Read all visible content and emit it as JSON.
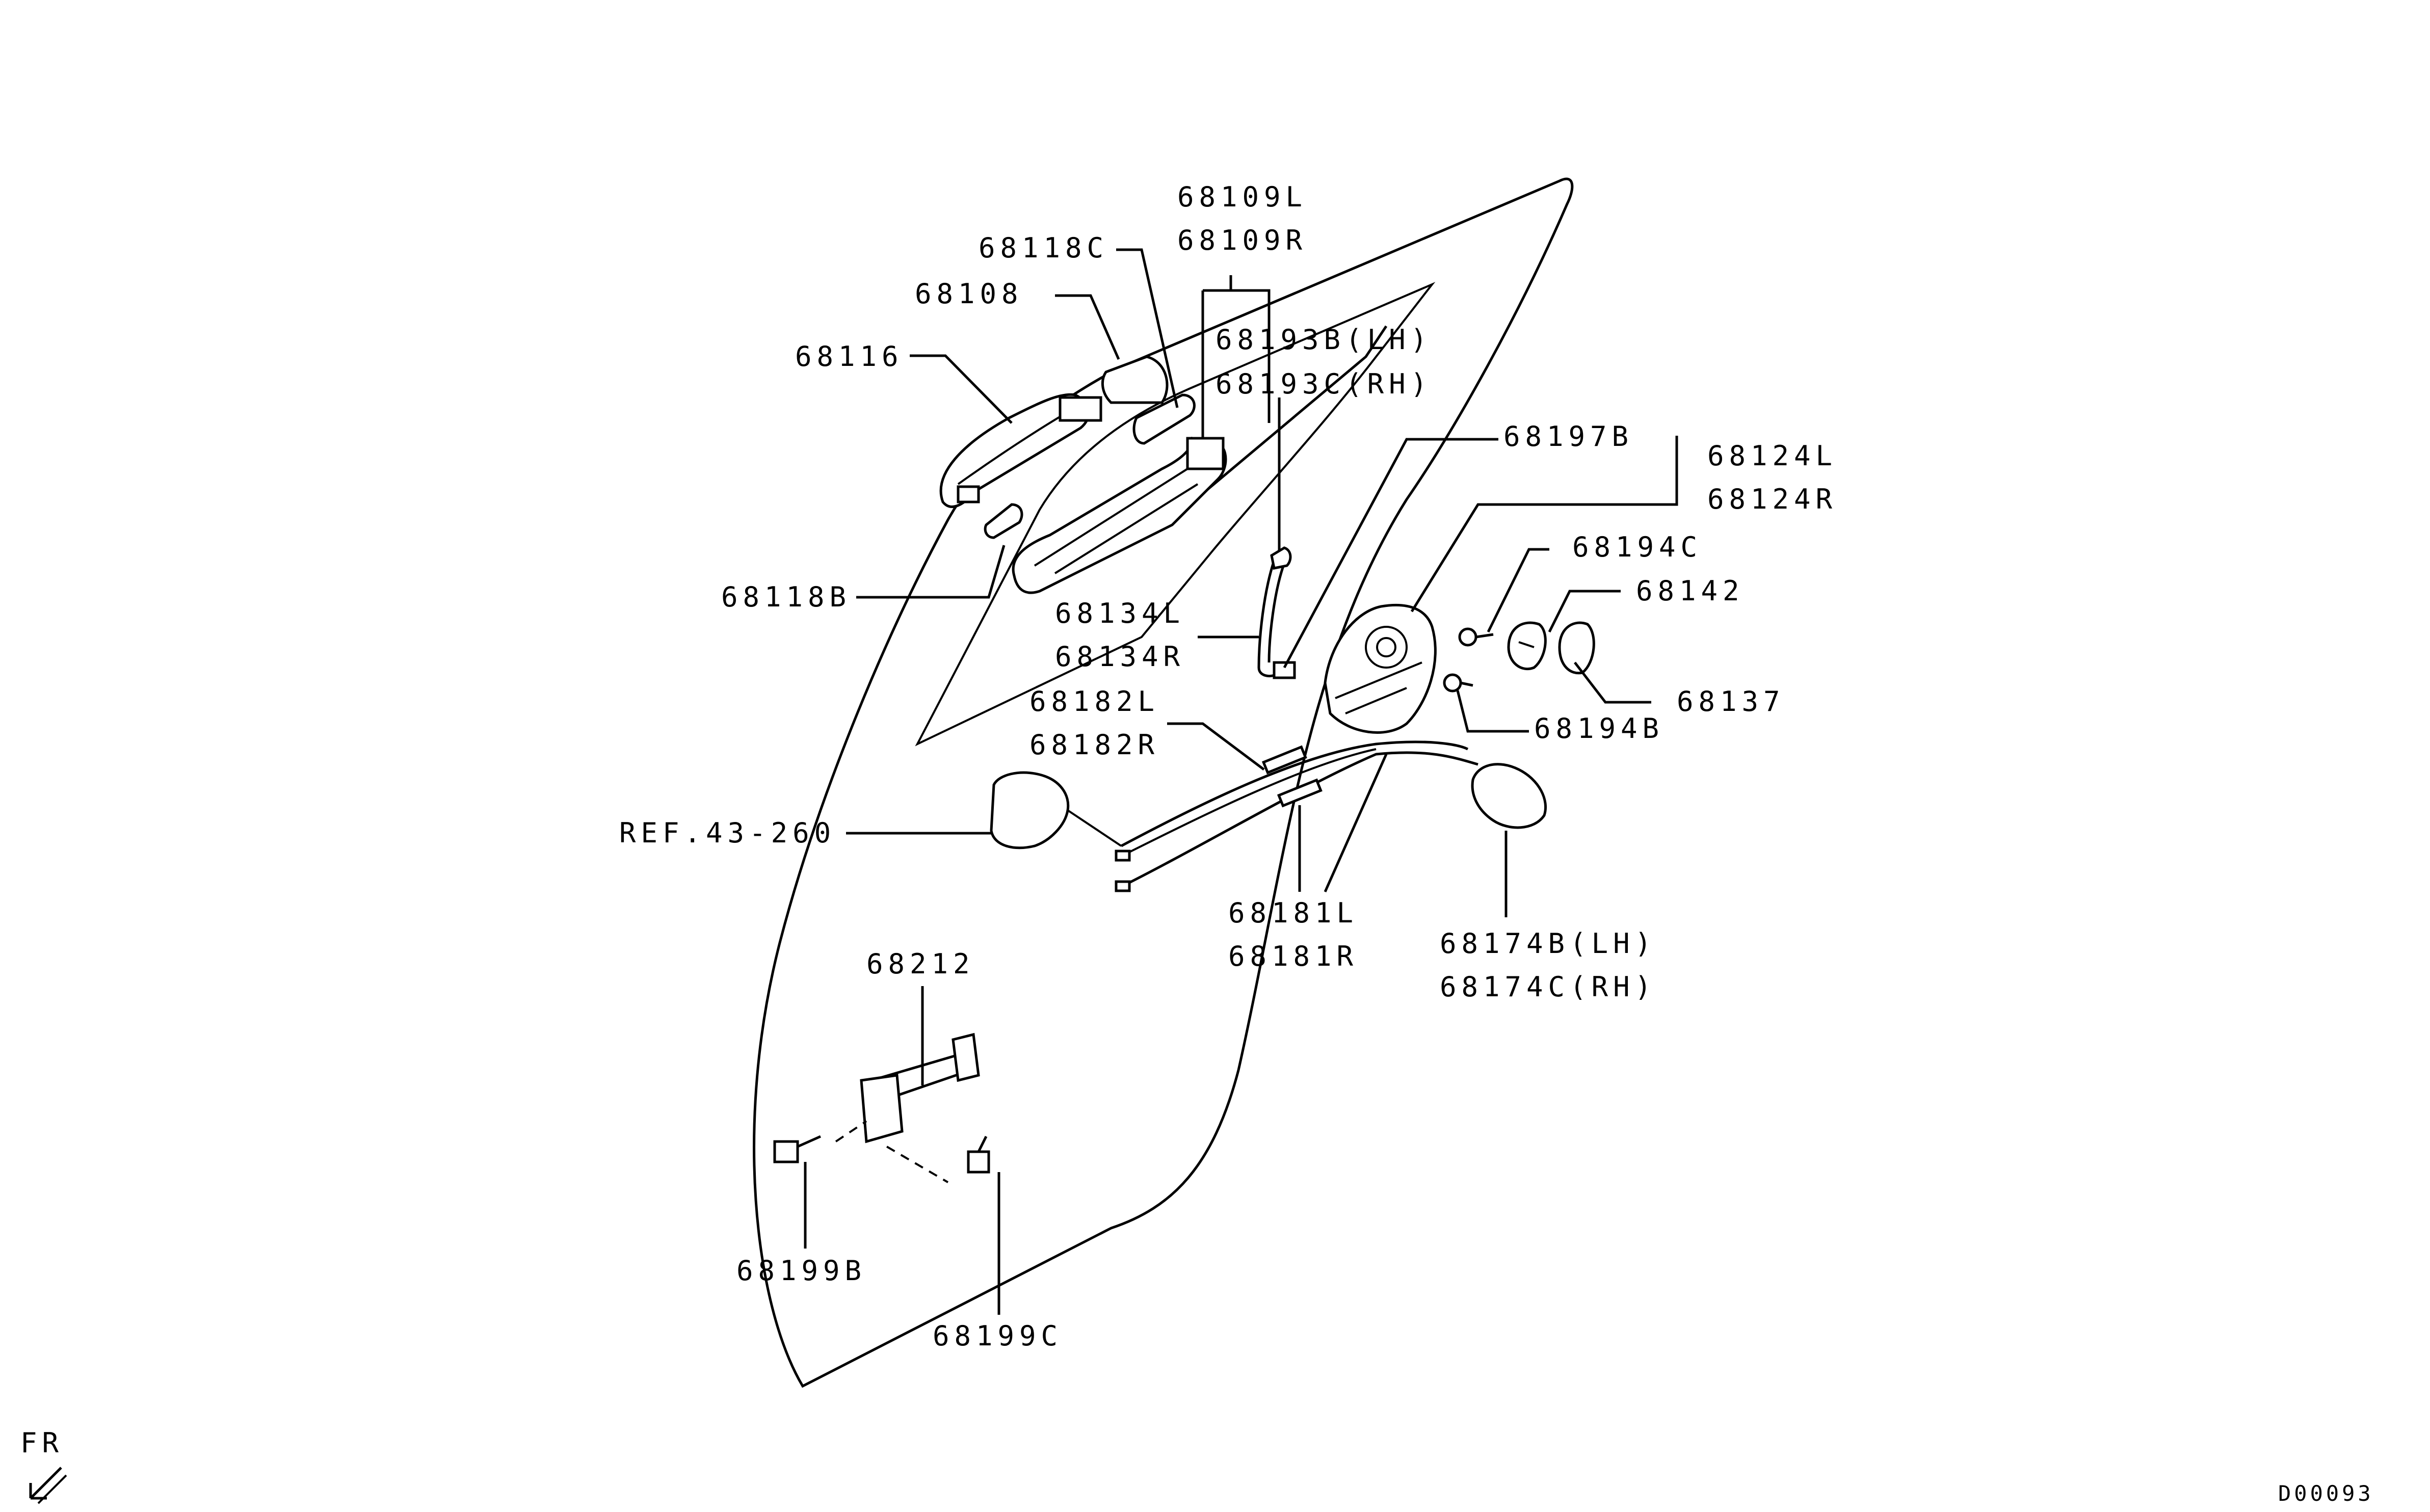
{
  "diagram": {
    "labels": {
      "p68109L": "68109L",
      "p68109R": "68109R",
      "p68118C": "68118C",
      "p68108": "68108",
      "p68116": "68116",
      "p68193B": "68193B(LH)",
      "p68193C": "68193C(RH)",
      "p68197B": "68197B",
      "p68124L": "68124L",
      "p68124R": "68124R",
      "p68194C": "68194C",
      "p68142": "68142",
      "p68118B": "68118B",
      "p68134L": "68134L",
      "p68134R": "68134R",
      "p68137": "68137",
      "p68182L": "68182L",
      "p68182R": "68182R",
      "p68194B": "68194B",
      "ref": "REF.43-260",
      "p68181L": "68181L",
      "p68181R": "68181R",
      "p68174B": "68174B(LH)",
      "p68174C": "68174C(RH)",
      "p68212": "68212",
      "p68199B": "68199B",
      "p68199C": "68199C",
      "fr": "FR",
      "code": "D00093"
    },
    "colors": {
      "ink": "#000000",
      "background": "#ffffff"
    },
    "icons": {
      "direction": "front-arrow-icon"
    }
  }
}
